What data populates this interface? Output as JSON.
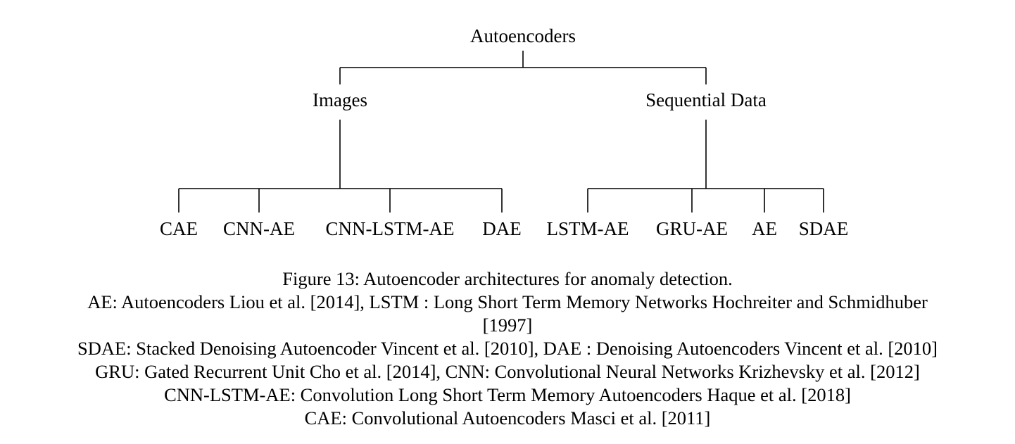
{
  "diagram": {
    "root": "Autoencoders",
    "branches": [
      {
        "label": "Images",
        "children": [
          "CAE",
          "CNN-AE",
          "CNN-LSTM-AE",
          "DAE"
        ]
      },
      {
        "label": "Sequential Data",
        "children": [
          "LSTM-AE",
          "GRU-AE",
          "AE",
          "SDAE"
        ]
      }
    ]
  },
  "caption": {
    "title": "Figure 13: Autoencoder architectures for anomaly detection.",
    "lines": [
      "AE: Autoencoders Liou et al. [2014], LSTM : Long Short Term Memory Networks Hochreiter and Schmidhuber",
      "[1997]",
      "SDAE: Stacked Denoising Autoencoder Vincent et al. [2010], DAE : Denoising Autoencoders Vincent et al. [2010]",
      "GRU: Gated Recurrent Unit Cho et al. [2014], CNN: Convolutional Neural Networks Krizhevsky et al. [2012]",
      "CNN-LSTM-AE: Convolution Long Short Term Memory Autoencoders Haque et al. [2018]",
      "CAE: Convolutional Autoencoders Masci et al. [2011]"
    ]
  }
}
